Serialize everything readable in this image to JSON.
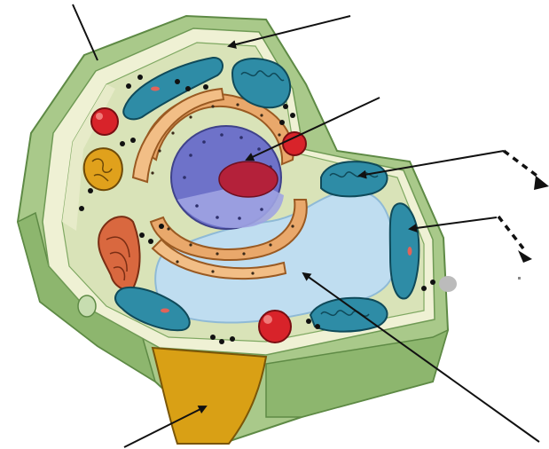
{
  "diagram": {
    "subject": "plant-cell-cutaway",
    "label_texts": [],
    "colors": {
      "cell_wall_outer": "#A9C98A",
      "cell_wall_dark": "#7FA862",
      "cell_wall_inner_face": "#EFF1D4",
      "cytoplasm": "#D9E3B8",
      "vacuole": "#BFDDF0",
      "nucleus_envelope": "#7B7FD4",
      "nucleolus": "#B4213A",
      "er": "#E9A86B",
      "golgi": "#D9683F",
      "chloroplast": "#2E8CA6",
      "mitochondrion": "#E0A11C",
      "plastid_red": "#D8232A",
      "cut_face_gold": "#D9A015",
      "arrow": "#111111"
    },
    "pointers": [
      {
        "id": "pointer-cell-wall",
        "style": "solid"
      },
      {
        "id": "pointer-cell-membrane",
        "style": "solid"
      },
      {
        "id": "pointer-nucleus",
        "style": "solid"
      },
      {
        "id": "pointer-chloroplast-top",
        "style": "solid"
      },
      {
        "id": "pointer-chloroplast-right",
        "style": "solid"
      },
      {
        "id": "pointer-vacuole",
        "style": "solid"
      },
      {
        "id": "pointer-cut-face",
        "style": "solid"
      },
      {
        "id": "pointer-dashed-upper",
        "style": "dashed"
      },
      {
        "id": "pointer-dashed-lower",
        "style": "dashed"
      }
    ]
  }
}
